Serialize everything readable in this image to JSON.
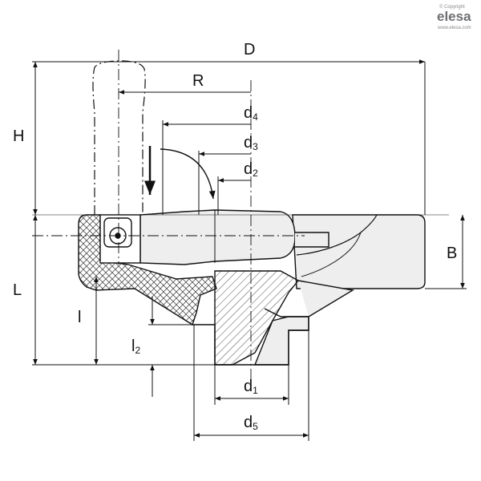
{
  "brand": {
    "copyright": "© Copyright",
    "name": "elesa",
    "url": "www.elesa.com"
  },
  "labels": {
    "D": {
      "main": "D",
      "sub": ""
    },
    "R": {
      "main": "R",
      "sub": ""
    },
    "d4": {
      "main": "d",
      "sub": "4"
    },
    "d3": {
      "main": "d",
      "sub": "3"
    },
    "d2": {
      "main": "d",
      "sub": "2"
    },
    "H": {
      "main": "H",
      "sub": ""
    },
    "L": {
      "main": "L",
      "sub": ""
    },
    "B": {
      "main": "B",
      "sub": ""
    },
    "l": {
      "main": "l",
      "sub": ""
    },
    "l2": {
      "main": "l",
      "sub": "2"
    },
    "d1": {
      "main": "d",
      "sub": "1"
    },
    "d5": {
      "main": "d",
      "sub": "5"
    }
  },
  "colors": {
    "line": "#111111",
    "section_fill": "#d9d9d9",
    "body_fill": "#eeeeee",
    "brand_gray": "#6d6f72"
  }
}
